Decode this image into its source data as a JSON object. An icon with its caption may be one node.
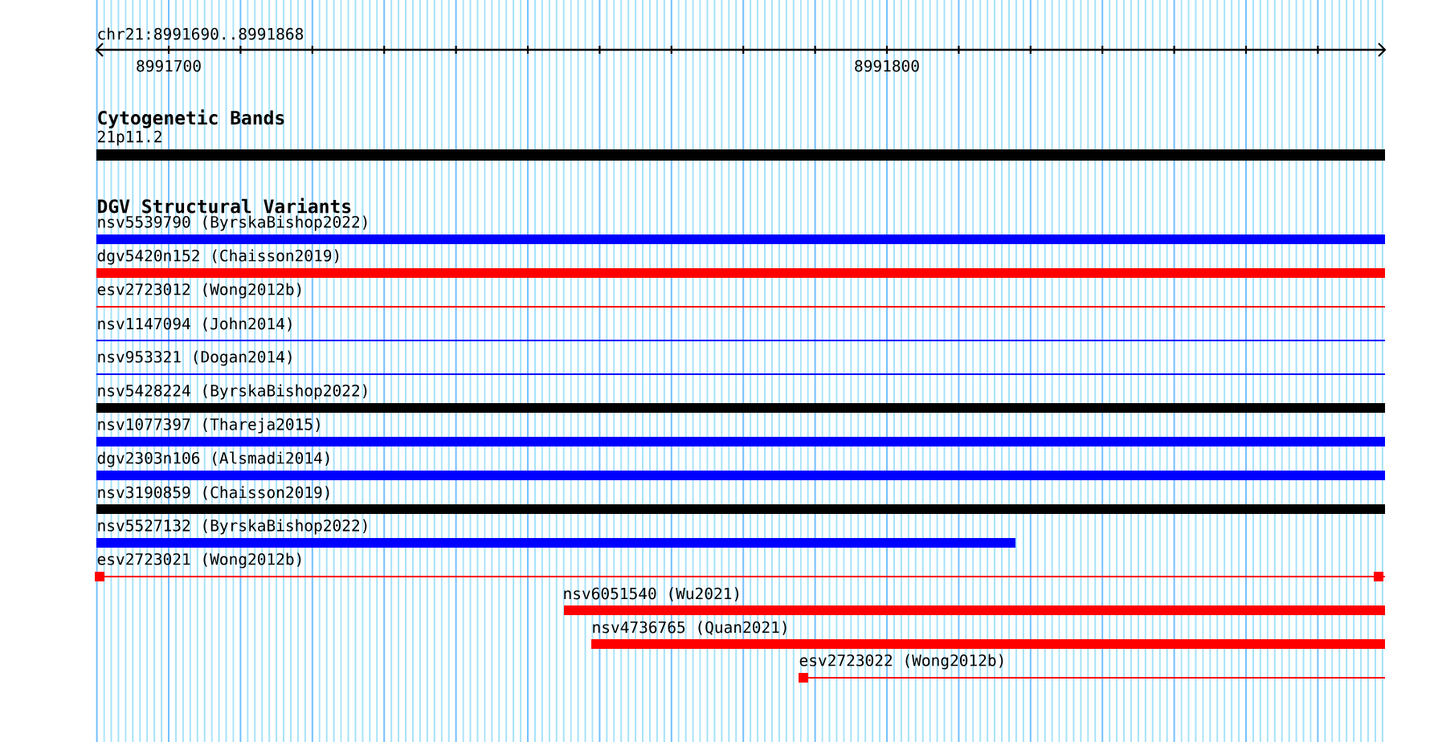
{
  "diagram": {
    "labels": [
      "chr21:8991690..8991868",
      "8991700",
      "8991800",
      "Cytogenetic Bands",
      "21p11.2",
      "DGV Structural Variants",
      "nsv5539790 (ByrskaBishop2022)",
      "dgv5420n152 (Chaisson2019)",
      "esv2723012 (Wong2012b)",
      "nsv1147094 (John2014)",
      "nsv953321 (Dogan2014)",
      "nsv5428224 (ByrskaBishop2022)",
      "nsv1077397 (Thareja2015)",
      "dgv2303n106 (Alsmadi2014)",
      "nsv3190859 (Chaisson2019)",
      "nsv5527132 (ByrskaBishop2022)",
      "esv2723021 (Wong2012b)",
      "nsv6051540 (Wu2021)",
      "nsv4736765 (Quan2021)",
      "esv2723022 (Wong2012b)"
    ]
  }
}
